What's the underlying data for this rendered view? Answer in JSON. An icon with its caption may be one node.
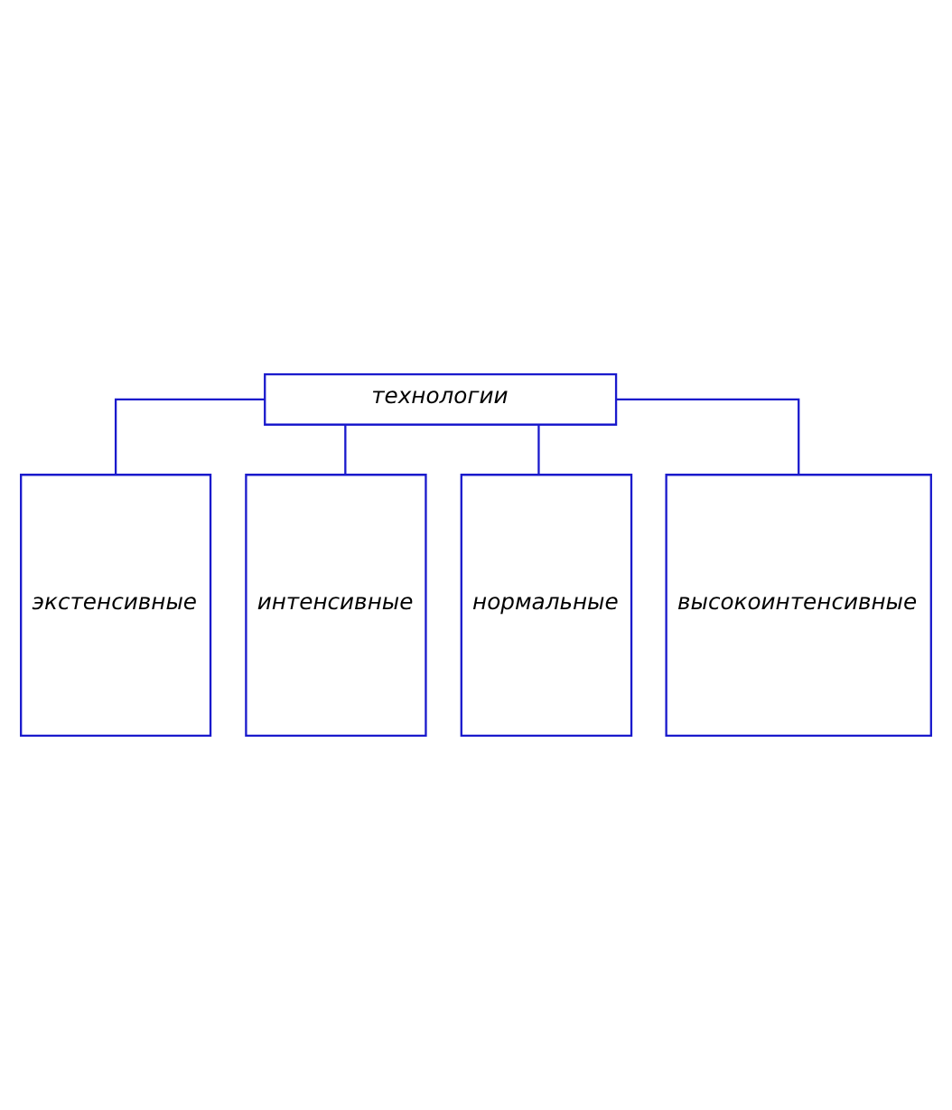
{
  "diagram": {
    "nodes": [
      {
        "text": [
          "технологии"
        ]
      },
      {
        "text": [
          "экстенсивные"
        ]
      },
      {
        "text": [
          "интенсивные"
        ]
      },
      {
        "text": [
          "нормальные"
        ]
      },
      {
        "text": [
          "высокоинтенсивные"
        ]
      }
    ],
    "edges": [
      {
        "from": 0,
        "to": 1,
        "arrow": "none"
      },
      {
        "from": 0,
        "to": 2,
        "arrow": "none"
      },
      {
        "from": 0,
        "to": 3,
        "arrow": "none"
      },
      {
        "from": 0,
        "to": 4,
        "arrow": "none"
      }
    ]
  }
}
